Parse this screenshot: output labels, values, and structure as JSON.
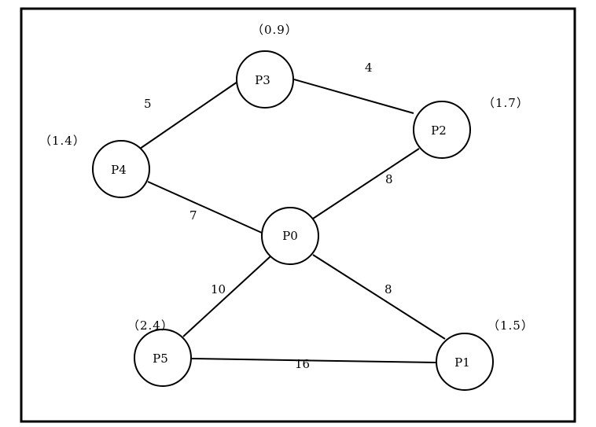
{
  "nodes": [
    {
      "id": "P0",
      "label": "P0"
    },
    {
      "id": "P1",
      "label": "P1",
      "coord": "（1.5）"
    },
    {
      "id": "P2",
      "label": "P2",
      "coord": "（1.7）"
    },
    {
      "id": "P3",
      "label": "P3",
      "coord": "（0.9）"
    },
    {
      "id": "P4",
      "label": "P4",
      "coord": "（1.4）"
    },
    {
      "id": "P5",
      "label": "P5",
      "coord": "（2.4）"
    }
  ],
  "edges": [
    {
      "from": "P3",
      "to": "P2",
      "weight": "4"
    },
    {
      "from": "P4",
      "to": "P3",
      "weight": "5"
    },
    {
      "from": "P0",
      "to": "P2",
      "weight": "8"
    },
    {
      "from": "P4",
      "to": "P0",
      "weight": "7"
    },
    {
      "from": "P0",
      "to": "P5",
      "weight": "10"
    },
    {
      "from": "P0",
      "to": "P1",
      "weight": "8"
    },
    {
      "from": "P5",
      "to": "P1",
      "weight": "16"
    }
  ]
}
